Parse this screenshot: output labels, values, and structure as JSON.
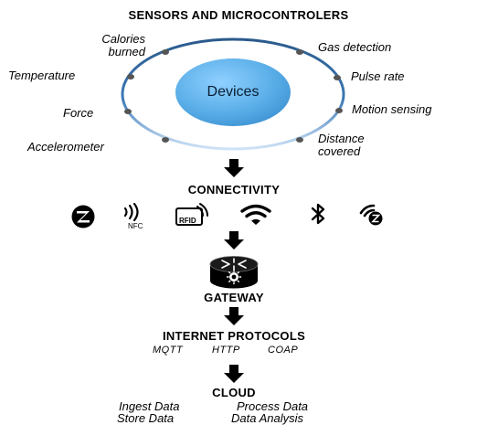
{
  "sensors": {
    "title": "SENSORS AND MICROCONTROLERS",
    "center_label": "Devices",
    "left_labels": [
      "Calories\nburned",
      "Temperature",
      "Force",
      "Accelerometer"
    ],
    "right_labels": [
      "Gas detection",
      "Pulse rate",
      "Motion sensing",
      "Distance\ncovered"
    ]
  },
  "connectivity": {
    "title": "CONNECTIVITY",
    "icons": [
      {
        "name": "zigbee-icon"
      },
      {
        "name": "nfc-icon",
        "label": "NFC"
      },
      {
        "name": "rfid-icon",
        "label": "RFID"
      },
      {
        "name": "wifi-icon"
      },
      {
        "name": "bluetooth-icon"
      },
      {
        "name": "zwave-icon"
      }
    ]
  },
  "gateway": {
    "title": "GATEWAY",
    "icon": "router-icon"
  },
  "protocols": {
    "title": "INTERNET PROTOCOLS",
    "items": [
      "MQTT",
      "HTTP",
      "COAP"
    ]
  },
  "cloud": {
    "title": "CLOUD",
    "items": [
      "Ingest Data",
      "Process Data",
      "Store Data",
      "Data Analysis"
    ]
  },
  "colors": {
    "ring_outer": "#2a5a8c",
    "devices_fill": "#5aaee8",
    "node": "#555555"
  }
}
